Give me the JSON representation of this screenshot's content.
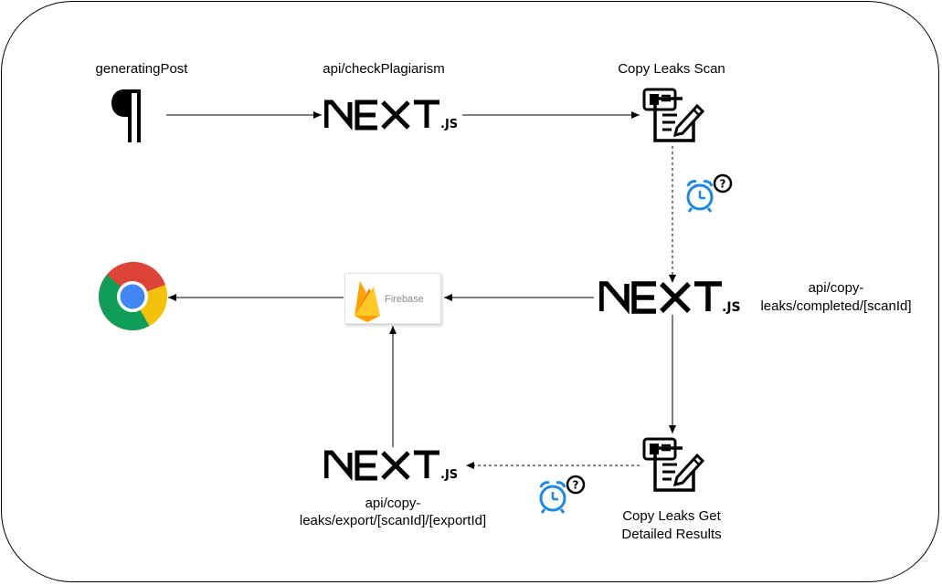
{
  "diagram": {
    "nodes": {
      "generating_post": {
        "label": "generatingPost",
        "icon": "pilcrow-icon"
      },
      "check_plagiarism": {
        "label": "api/checkPlagiarism",
        "icon": "nextjs-logo"
      },
      "copyleaks_scan": {
        "label": "Copy Leaks Scan",
        "icon": "document-edit-icon"
      },
      "completed_endpoint": {
        "label_line1": "api/copy-",
        "label_line2": "leaks/completed/[scanId]",
        "icon": "nextjs-logo"
      },
      "firebase": {
        "label": "Firebase",
        "icon": "firebase-icon"
      },
      "browser": {
        "icon": "chrome-icon"
      },
      "get_results": {
        "label_line1": "Copy Leaks Get",
        "label_line2": "Detailed Results",
        "icon": "document-edit-icon"
      },
      "export_endpoint": {
        "label_line1": "api/copy-",
        "label_line2": "leaks/export/[scanId]/[exportId]",
        "icon": "nextjs-logo"
      }
    },
    "logo_text": {
      "main": "NEXT",
      "suffix": ".JS"
    },
    "colors": {
      "alarm": "#1e88e5",
      "firebase_orange": "#f6820d",
      "firebase_yellow": "#ffca28",
      "chrome_red": "#db4437",
      "chrome_yellow": "#f4c20d",
      "chrome_green": "#0f9d58",
      "chrome_blue": "#4285f4"
    }
  }
}
